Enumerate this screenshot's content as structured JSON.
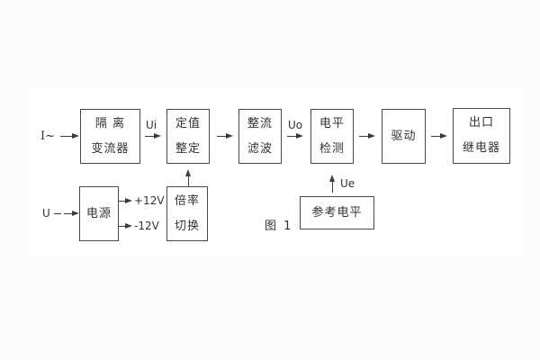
{
  "figure": {
    "caption": "图 1",
    "colors": {
      "background": "#fcfcfc",
      "page": "#ffffff",
      "line": "#3c3c3c",
      "text": "#333333"
    },
    "inputs": {
      "current_label": "I~",
      "voltage_label": "U"
    },
    "signal_labels": {
      "ui": "Ui",
      "uo": "Uo",
      "ue": "Ue",
      "plus12v": "+12V",
      "minus12v": "-12V"
    },
    "blocks": {
      "isolation": {
        "line1": "隔 离",
        "line2": "变流器"
      },
      "setting": {
        "line1": "定值",
        "line2": "整定"
      },
      "rectify": {
        "line1": "整流",
        "line2": "滤波"
      },
      "level": {
        "line1": "电平",
        "line2": "检测"
      },
      "drive": {
        "label": "驱动"
      },
      "relay": {
        "line1": "出口",
        "line2": "继电器"
      },
      "power": {
        "label": "电源"
      },
      "ratio": {
        "line1": "倍率",
        "line2": "切换"
      },
      "reference": {
        "label": "参考电平"
      }
    }
  }
}
